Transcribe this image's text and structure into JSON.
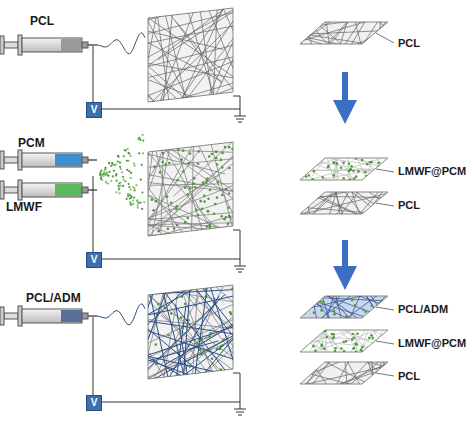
{
  "diagram": {
    "nodes": [
      {
        "text": [
          "V"
        ]
      },
      {
        "text": [
          "V"
        ]
      },
      {
        "text": [
          "V"
        ]
      }
    ],
    "labels": [
      "PCL",
      "PCL",
      "PCM",
      "LMWF",
      "LMWF@PCM",
      "PCL",
      "PCL/ADM",
      "PCL/ADM",
      "LMWF@PCM",
      "PCL"
    ]
  }
}
